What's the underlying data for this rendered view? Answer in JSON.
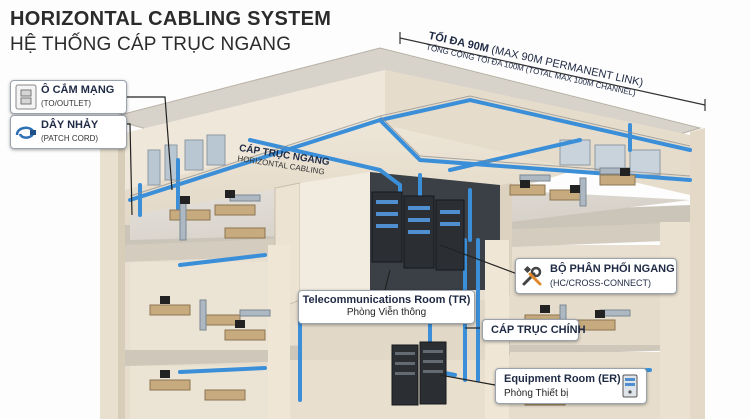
{
  "header": {
    "title": "HORIZONTAL CABLING SYSTEM",
    "subtitle": "HỆ THỐNG CÁP TRỤC NGANG"
  },
  "distance": {
    "line1_vi": "TỐI ĐA 90M",
    "line1_en": "(MAX 90M PERMANENT LINK)",
    "line2": "TỔNG CỘNG TỐI ĐA 100M (TOTAL MAX 100M CHANNEL)"
  },
  "legend": {
    "outlet_vi": "Ô CẮM MẠNG",
    "outlet_en": "(TO/OUTLET)",
    "patch_vi": "DÂY NHẢY",
    "patch_en": "(PATCH CORD)"
  },
  "labels": {
    "horizontal_vi": "CÁP TRỤC NGANG",
    "horizontal_en": "HORIZONTAL CABLING",
    "hc_vi": "BỘ PHÂN PHỐI NGANG",
    "hc_en": "(HC/CROSS-CONNECT)",
    "tr_en": "Telecommunications Room (TR)",
    "tr_vi": "Phòng Viễn thông",
    "backbone_vi": "CÁP TRỤC CHÍNH",
    "er_en": "Equipment Room (ER)",
    "er_vi": "Phòng Thiết bị"
  },
  "colors": {
    "cable": "#3a8fd8",
    "wall": "#ede4d4",
    "floor": "#d9d4cb",
    "rack": "#2d3136",
    "text_dark": "#1f2a44"
  },
  "icons": [
    "outlet-icon",
    "patch-cord-icon",
    "tools-icon",
    "server-icon"
  ]
}
